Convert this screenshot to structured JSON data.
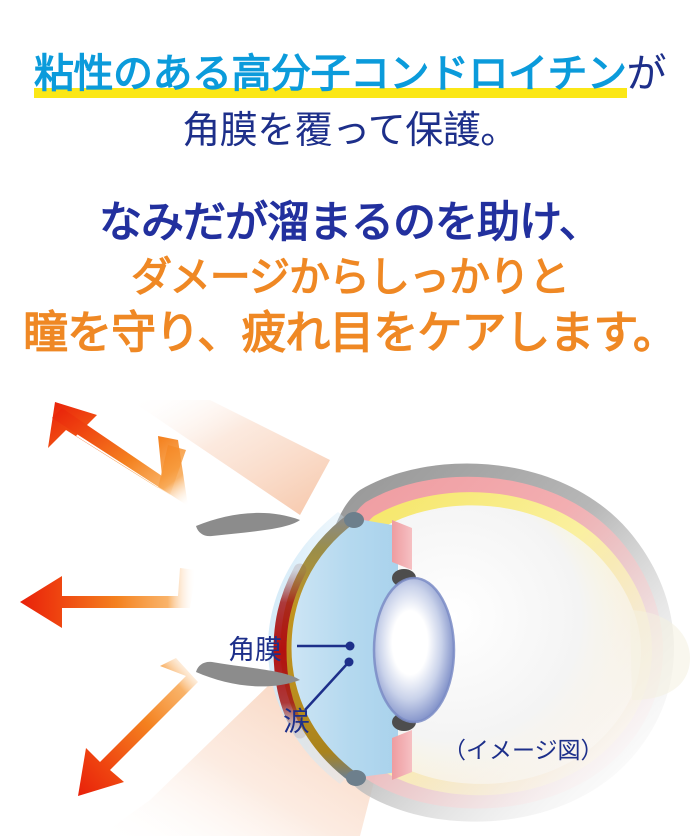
{
  "headline_1": {
    "line1_highlight": "粘性のある高分子コンドロイチン",
    "line1_tail": "が",
    "line2": "角膜を覆って保護。",
    "highlight_color": "#fbe716",
    "highlight_text_color": "#0b9bdb",
    "tail_color": "#1d2f8a"
  },
  "headline_2": {
    "line1": "なみだが溜まるのを助け、",
    "line2": "ダメージからしっかりと",
    "line3": "瞳を守り、疲れ目をケアします。",
    "line1_color": "#22309e",
    "line2_color": "#ef8824",
    "line3_color": "#ef8824"
  },
  "diagram": {
    "label_cornea": "角膜",
    "label_tear": "涙",
    "caption": "（イメージ図）",
    "label_color": "#1d2f8a",
    "arrow_color_start": "#f08a2a",
    "arrow_color_end": "#e8200a",
    "arrows": [
      {
        "name": "damage-arrow-upper-left"
      },
      {
        "name": "damage-arrow-left"
      },
      {
        "name": "damage-arrow-lower-left"
      }
    ],
    "eye_parts": {
      "sclera": "#a9a9a9",
      "choroid": "#f0a9ac",
      "retina": "#f7e96a",
      "vitreous": "#f2f2f2",
      "cornea": "#b5871d",
      "iris": "#b01317",
      "anterior_chamber": "#b8dcf0",
      "lens": "#8e9dd4",
      "eyelid": "#8c8c8c",
      "skin": "#f7cdb2"
    }
  }
}
